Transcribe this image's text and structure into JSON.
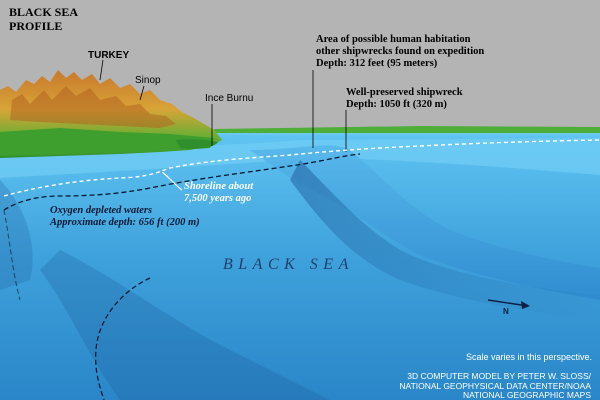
{
  "map": {
    "title_lines": [
      "BLACK SEA",
      "PROFILE"
    ],
    "places": {
      "turkey": "TURKEY",
      "sinop": "Sinop",
      "ince_burnu": "Ince Burnu"
    },
    "annotations": {
      "habitation": [
        "Area of possible human habitation",
        "other shipwrecks found on expedition",
        "Depth: 312 feet (95 meters)"
      ],
      "shipwreck": [
        "Well-preserved shipwreck",
        "Depth: 1050 ft (320 m)"
      ],
      "shoreline": [
        "Shoreline about",
        "7,500 years ago"
      ],
      "oxygen": [
        "Oxygen depleted waters",
        "Approximate depth: 656 ft (200 m)"
      ]
    },
    "sea_label": "BLACK SEA",
    "north_label": "N",
    "scale_note": "Scale varies in this perspective.",
    "credits": [
      "3D COMPUTER MODEL BY PETER W. SLOSS/",
      "NATIONAL GEOPHYSICAL DATA CENTER/NOAA"
    ],
    "publisher": "NATIONAL GEOGRAPHIC MAPS",
    "colors": {
      "sky": "#b4b4b4",
      "sea": "#3fa2dc",
      "deep_sea": "#1f72b4",
      "land_green": "#3c9c30",
      "land_brown": "#a0581c",
      "land_orange": "#d89a30"
    }
  }
}
